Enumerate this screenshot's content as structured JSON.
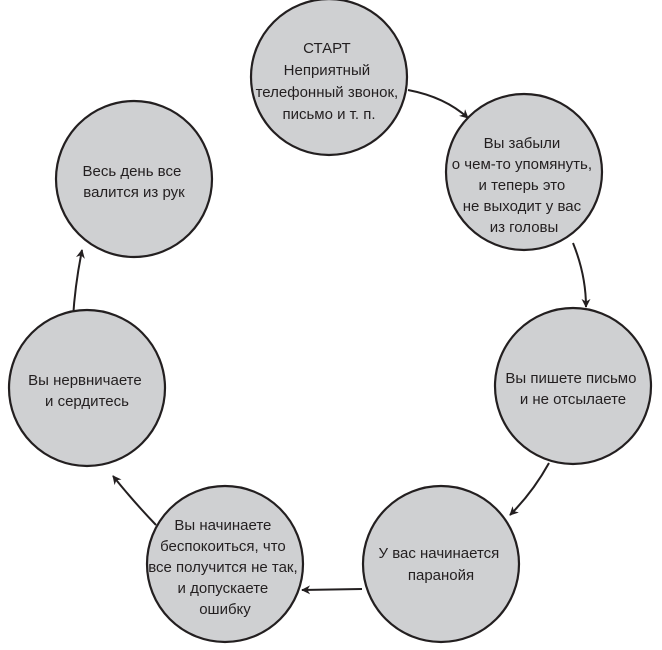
{
  "colors": {
    "node_fill": "#cfd0d2",
    "stroke": "#231f20",
    "text": "#231f20",
    "background": "#ffffff"
  },
  "nodes": [
    {
      "id": "start",
      "lines": [
        "СТАРТ",
        "Неприятный",
        "телефонный звонок,",
        "письмо и т. п."
      ]
    },
    {
      "id": "forgot",
      "lines": [
        "Вы забыли",
        "о чем-то упомянуть,",
        "и теперь это",
        "не выходит у вас",
        "из головы"
      ]
    },
    {
      "id": "letter",
      "lines": [
        "Вы пишете письмо",
        "и не отсылаете"
      ]
    },
    {
      "id": "paranoia",
      "lines": [
        "У вас начинается",
        "паранойя"
      ]
    },
    {
      "id": "worry",
      "lines": [
        "Вы начинаете",
        "беспокоиться, что",
        "все получится не так,",
        "и допускаете",
        "ошибку"
      ]
    },
    {
      "id": "nervous",
      "lines": [
        "Вы нервничаете",
        "и сердитесь"
      ]
    },
    {
      "id": "day",
      "lines": [
        "Весь день все",
        "валится из рук"
      ]
    }
  ],
  "edges": [
    {
      "from": "start",
      "to": "forgot"
    },
    {
      "from": "forgot",
      "to": "letter"
    },
    {
      "from": "letter",
      "to": "paranoia"
    },
    {
      "from": "paranoia",
      "to": "worry"
    },
    {
      "from": "worry",
      "to": "nervous"
    },
    {
      "from": "nervous",
      "to": "day"
    }
  ]
}
